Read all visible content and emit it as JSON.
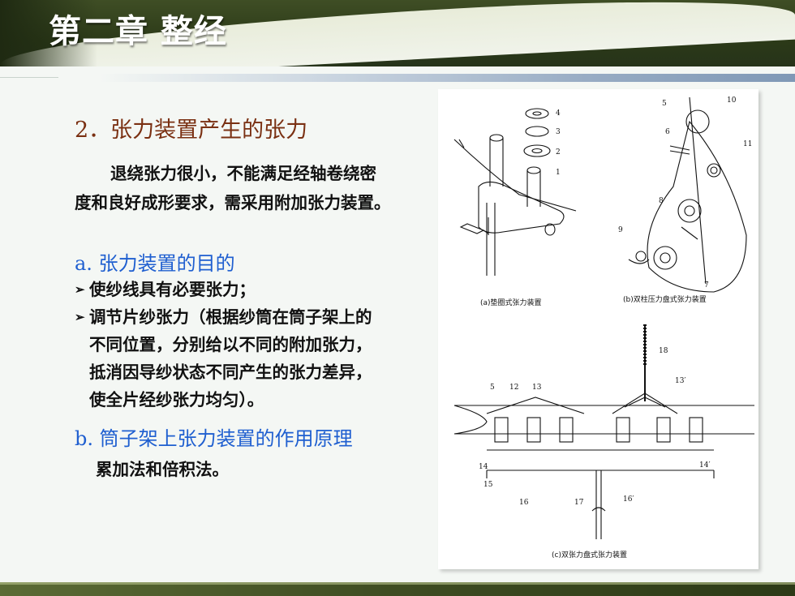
{
  "slide": {
    "title": "第二章 整经",
    "heading": "2．张力装置产生的张力",
    "paragraph_line1": "退绕张力很小，不能满足经轴卷绕密",
    "paragraph_line2": "度和良好成形要求，需采用附加张力装置。",
    "section_a": {
      "title": "a. 张力装置的目的",
      "bullet1": "使纱线具有必要张力；",
      "bullet2_lines": [
        "调节片纱张力（根据纱筒在筒子架上的",
        "不同位置，分别给以不同的附加张力，",
        "抵消因导纱状态不同产生的张力差异，",
        "使全片经纱张力均匀）。"
      ]
    },
    "section_b": {
      "title": "b. 筒子架上张力装置的作用原理",
      "text": "累加法和倍积法。"
    }
  },
  "figure": {
    "caption_a": "(a)垫圈式张力装置",
    "caption_b": "(b)双柱压力盘式张力装置",
    "caption_c": "(c)双张力盘式张力装置",
    "labels_a": [
      "4",
      "3",
      "2",
      "1"
    ],
    "labels_b": [
      "5",
      "10",
      "6",
      "11",
      "8",
      "9",
      "7"
    ],
    "labels_c": [
      "18",
      "5",
      "12",
      "13",
      "13′",
      "14",
      "14′",
      "15",
      "16",
      "17",
      "16′"
    ]
  },
  "icons": {
    "bullet_icon": "arrow-bullet-icon"
  },
  "colors": {
    "heading": "#7a3012",
    "section": "#1f5fd0",
    "header_bg": "#2c3a18"
  }
}
